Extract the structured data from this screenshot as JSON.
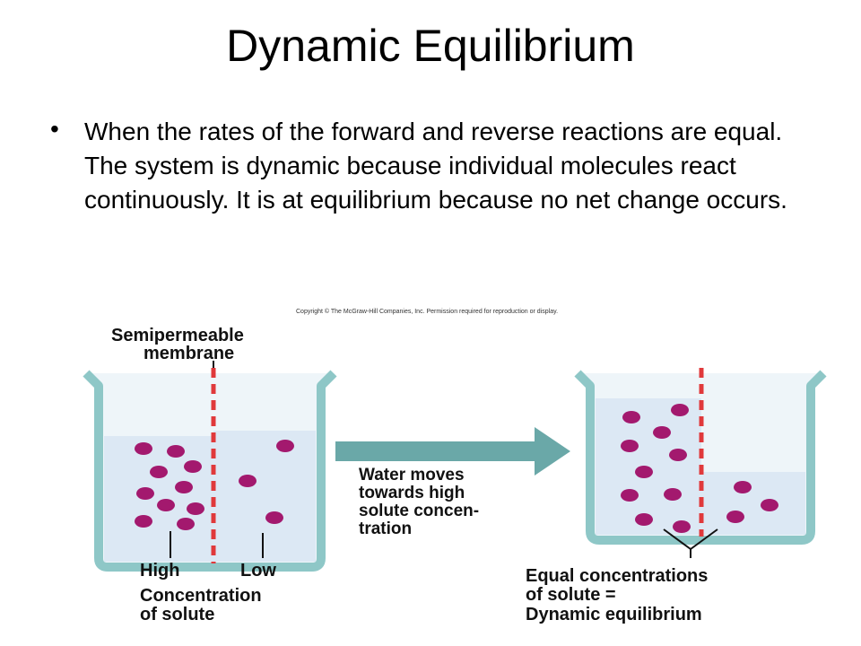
{
  "slide": {
    "title": "Dynamic Equilibrium",
    "bullet_symbol": "•",
    "bullet_text": "When the rates of the forward and reverse reactions are equal. The system is dynamic because individual molecules react continuously.  It is at equilibrium because no net change occurs."
  },
  "figure": {
    "copyright": "Copyright © The McGraw-Hill Companies, Inc. Permission required for reproduction or display.",
    "membrane_label": [
      "Semipermeable",
      "membrane"
    ],
    "arrow_label": [
      "Water moves",
      "towards high",
      "solute concen-",
      "tration"
    ],
    "left_labels": {
      "high": "High",
      "low": "Low",
      "caption": [
        "Concentration",
        "of solute"
      ]
    },
    "right_caption": [
      "Equal concentrations",
      "of solute =",
      "Dynamic equilibrium"
    ],
    "colors": {
      "solution": "#dce8f4",
      "glass": "#8ec7c7",
      "membrane": "#e0393b",
      "molecule": "#a3196e",
      "arrow": "#6aa8a8"
    }
  }
}
